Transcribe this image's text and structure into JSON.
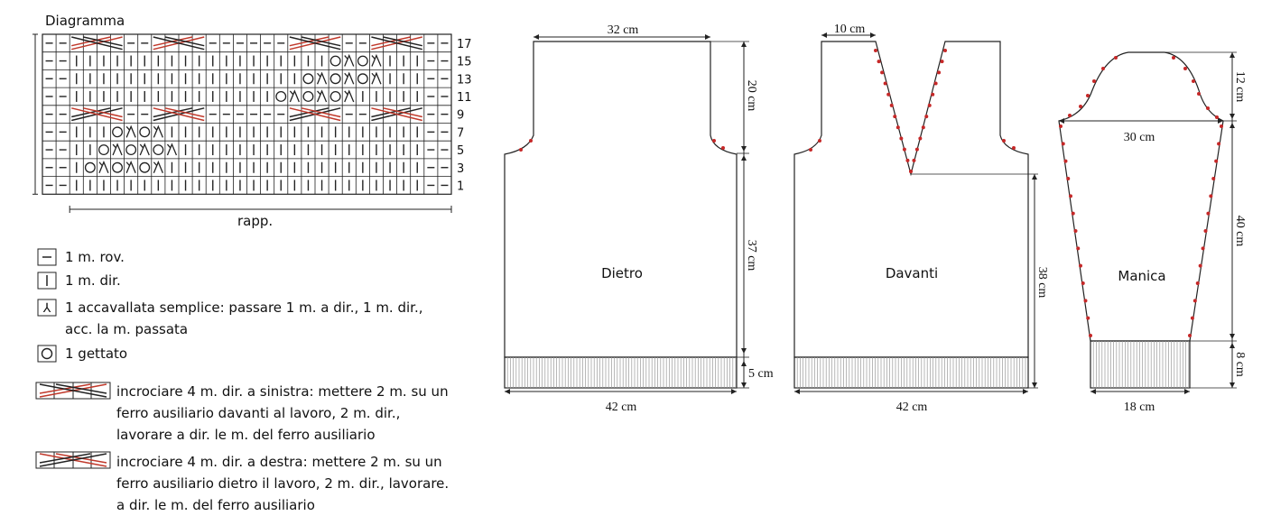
{
  "diagram": {
    "title": "Diagramma",
    "repeat_label": "rapp.",
    "row_numbers": [
      "17",
      "15",
      "13",
      "11",
      "9",
      "7",
      "5",
      "3",
      "1"
    ],
    "rows": [
      {
        "row": "17",
        "cells": [
          "P",
          "P",
          "C",
          "C",
          "C",
          "C",
          "P",
          "P",
          "C",
          "C",
          "C",
          "C",
          "P",
          "P",
          "P",
          "P",
          "P",
          "P",
          "C",
          "C",
          "C",
          "C",
          "P",
          "P",
          "C",
          "C",
          "C",
          "C",
          "P",
          "P"
        ],
        "cable": "left"
      },
      {
        "row": "15",
        "cells": [
          "P",
          "P",
          "K",
          "K",
          "K",
          "K",
          "K",
          "K",
          "K",
          "K",
          "K",
          "K",
          "K",
          "K",
          "K",
          "K",
          "K",
          "K",
          "K",
          "K",
          "K",
          "O",
          "S",
          "O",
          "S",
          "K",
          "K",
          "K",
          "P",
          "P"
        ]
      },
      {
        "row": "13",
        "cells": [
          "P",
          "P",
          "K",
          "K",
          "K",
          "K",
          "K",
          "K",
          "K",
          "K",
          "K",
          "K",
          "K",
          "K",
          "K",
          "K",
          "K",
          "K",
          "K",
          "O",
          "S",
          "O",
          "S",
          "O",
          "S",
          "K",
          "K",
          "K",
          "P",
          "P"
        ]
      },
      {
        "row": "11",
        "cells": [
          "P",
          "P",
          "K",
          "K",
          "K",
          "K",
          "K",
          "K",
          "K",
          "K",
          "K",
          "K",
          "K",
          "K",
          "K",
          "K",
          "K",
          "O",
          "S",
          "O",
          "S",
          "O",
          "S",
          "K",
          "K",
          "K",
          "K",
          "K",
          "P",
          "P"
        ]
      },
      {
        "row": "9",
        "cells": [
          "P",
          "P",
          "C",
          "C",
          "C",
          "C",
          "P",
          "P",
          "C",
          "C",
          "C",
          "C",
          "P",
          "P",
          "P",
          "P",
          "P",
          "P",
          "C",
          "C",
          "C",
          "C",
          "P",
          "P",
          "C",
          "C",
          "C",
          "C",
          "P",
          "P"
        ],
        "cable": "right"
      },
      {
        "row": "7",
        "cells": [
          "P",
          "P",
          "K",
          "K",
          "K",
          "O",
          "S",
          "O",
          "S",
          "K",
          "K",
          "K",
          "K",
          "K",
          "K",
          "K",
          "K",
          "K",
          "K",
          "K",
          "K",
          "K",
          "K",
          "K",
          "K",
          "K",
          "K",
          "K",
          "P",
          "P"
        ]
      },
      {
        "row": "5",
        "cells": [
          "P",
          "P",
          "K",
          "K",
          "O",
          "S",
          "O",
          "S",
          "O",
          "S",
          "K",
          "K",
          "K",
          "K",
          "K",
          "K",
          "K",
          "K",
          "K",
          "K",
          "K",
          "K",
          "K",
          "K",
          "K",
          "K",
          "K",
          "K",
          "P",
          "P"
        ]
      },
      {
        "row": "3",
        "cells": [
          "P",
          "P",
          "K",
          "O",
          "S",
          "O",
          "S",
          "O",
          "S",
          "K",
          "K",
          "K",
          "K",
          "K",
          "K",
          "K",
          "K",
          "K",
          "K",
          "K",
          "K",
          "K",
          "K",
          "K",
          "K",
          "K",
          "K",
          "K",
          "P",
          "P"
        ]
      },
      {
        "row": "1",
        "cells": [
          "P",
          "P",
          "K",
          "K",
          "K",
          "K",
          "K",
          "K",
          "K",
          "K",
          "K",
          "K",
          "K",
          "K",
          "K",
          "K",
          "K",
          "K",
          "K",
          "K",
          "K",
          "K",
          "K",
          "K",
          "K",
          "K",
          "K",
          "K",
          "P",
          "P"
        ]
      }
    ]
  },
  "legend": {
    "purl": "1 m. rov.",
    "knit": "1 m. dir.",
    "decrease_line1": "1 accavallata semplice: passare 1 m. a dir., 1 m. dir.,",
    "decrease_line2": "acc. la m. passata",
    "yarn_over": "1 gettato",
    "cable_left_line1": "incrociare 4 m. dir. a sinistra: mettere 2 m. su un",
    "cable_left_line2": "ferro ausiliario davanti al lavoro, 2 m. dir.,",
    "cable_left_line3": "lavorare a dir. le m. del ferro ausiliario",
    "cable_right_line1": "incrociare 4 m. dir. a destra: mettere 2 m. su un",
    "cable_right_line2": "ferro ausiliario dietro il lavoro, 2 m. dir., lavorare.",
    "cable_right_line3": "a dir. le m. del ferro ausiliario"
  },
  "schematics": {
    "back": {
      "label": "Dietro",
      "top_width": "32 cm",
      "armhole_height": "20 cm",
      "body_height": "37 cm",
      "rib_height": "5 cm",
      "width": "42 cm"
    },
    "front": {
      "label": "Davanti",
      "shoulder": "10 cm",
      "height": "38 cm",
      "width": "42 cm"
    },
    "sleeve": {
      "label": "Manica",
      "cap_height": "12 cm",
      "upper_width": "30 cm",
      "length": "40 cm",
      "cuff_height": "8 cm",
      "cuff_width": "18 cm"
    }
  },
  "colors": {
    "line": "#222222",
    "cable_red": "#c0392b",
    "marker": "#c62828"
  }
}
